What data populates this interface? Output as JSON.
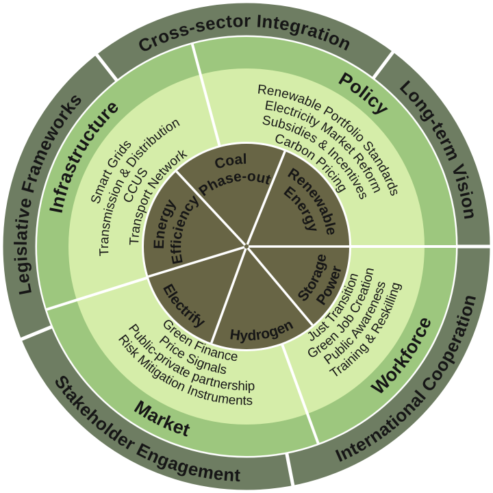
{
  "colors": {
    "background": "#ffffff",
    "outer_ring": "#6e7d62",
    "sector_ring": "#9dc77e",
    "items_ring": "#d5eda9",
    "core": "#686545",
    "text": "#161616"
  },
  "outer_ring": {
    "segments": [
      {
        "label": "Cross-sector Integration"
      },
      {
        "label": "Long-term Vision"
      },
      {
        "label": "International Cooperation"
      },
      {
        "label": "Stakeholder Engagement"
      },
      {
        "label": "Legislative Frameworks"
      }
    ]
  },
  "sectors": [
    {
      "name": "Policy",
      "items": [
        "Renewable Portfolio Standards",
        "Electricity Market Reform",
        "Subsidies & Incentives",
        "Carbon Pricing"
      ]
    },
    {
      "name": "Infrastructure",
      "items": [
        "Smart Grids",
        "Transmission & Distribution",
        "CCUS",
        "Transport Network"
      ]
    },
    {
      "name": "Market",
      "items": [
        "Green Finance",
        "Price Signals",
        "Public-private partnership",
        "Risk Mitigation Instruments"
      ]
    },
    {
      "name": "Workforce",
      "items": [
        "Just Transition",
        "Green Job Creation",
        "Public Awareness",
        "Training & Reskilling"
      ]
    }
  ],
  "core": {
    "segments": [
      {
        "label": "Renewable Energy",
        "lines": [
          "Renewable",
          "Energy"
        ]
      },
      {
        "label": "Coal Phase-out",
        "lines": [
          "Coal",
          "Phase-out"
        ]
      },
      {
        "label": "Energy Efficiency",
        "lines": [
          "Energy",
          "Efficiency"
        ]
      },
      {
        "label": "Electrify",
        "lines": [
          "Electrify"
        ]
      },
      {
        "label": "Hydrogen",
        "lines": [
          "Hydrogen"
        ]
      },
      {
        "label": "Storage Power",
        "lines": [
          "Storage",
          "Power"
        ]
      }
    ]
  }
}
